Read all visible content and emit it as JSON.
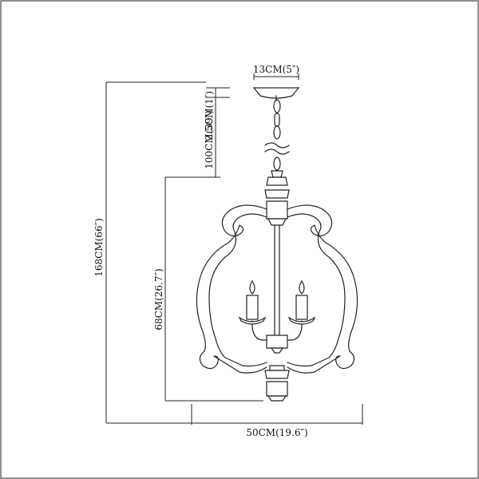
{
  "dimensions": {
    "canopy_width": "13CM(5″)",
    "canopy_height": "2.5CM(1″)",
    "chain_length": "100CM(39″)",
    "overall_height": "168CM(66″)",
    "body_height": "68CM(26.7″)",
    "body_width": "50CM(19.6″)"
  },
  "colors": {
    "line": "#222222",
    "background": "#ffffff"
  }
}
